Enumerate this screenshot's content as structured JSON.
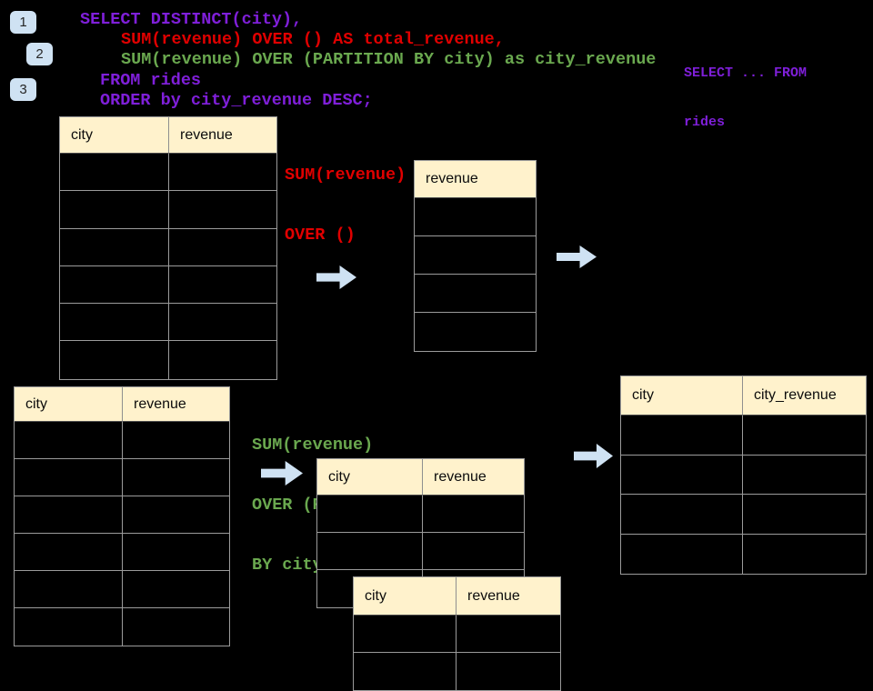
{
  "colors": {
    "background": "#000000",
    "purple": "#7f1fd9",
    "red": "#e00000",
    "green": "#6aa84f",
    "arrow_fill": "#cfe2f3",
    "badge_fill": "#cfe2f3",
    "table_header_bg": "#fff2cc",
    "table_border": "#9b9b9b"
  },
  "badges": [
    {
      "label": "1"
    },
    {
      "label": "2"
    },
    {
      "label": "3"
    }
  ],
  "sql_code": {
    "lines": [
      {
        "text": "SELECT DISTINCT(city),",
        "color": "purple"
      },
      {
        "text": "SUM(revenue) OVER () AS total_revenue,",
        "color": "red"
      },
      {
        "text": "SUM(revenue) OVER (PARTITION BY city) as city_revenue",
        "color": "green"
      },
      {
        "text": "FROM rides",
        "color": "purple"
      },
      {
        "text": "ORDER by city_revenue DESC;",
        "color": "purple"
      }
    ]
  },
  "notes": [
    {
      "name": "from-rides-note",
      "color": "purple",
      "lines": [
        "SELECT ... FROM",
        "rides"
      ]
    },
    {
      "name": "sum-over-all-note",
      "color": "red",
      "lines": [
        "SUM(revenue)",
        "OVER ()"
      ]
    },
    {
      "name": "sum-over-partition-note",
      "color": "green",
      "lines": [
        "SUM(revenue)",
        "OVER (PARTITION",
        "BY city)"
      ]
    }
  ],
  "tables": [
    {
      "name": "source-table-top",
      "columns": [
        "city",
        "revenue"
      ],
      "empty_rows": 6
    },
    {
      "name": "total-revenue-table",
      "columns": [
        "revenue"
      ],
      "empty_rows": 4
    },
    {
      "name": "source-table-bottom",
      "columns": [
        "city",
        "revenue"
      ],
      "empty_rows": 6
    },
    {
      "name": "partition-group-table-1",
      "columns": [
        "city",
        "revenue"
      ],
      "empty_rows": 3
    },
    {
      "name": "partition-group-table-2",
      "columns": [
        "city",
        "revenue"
      ],
      "empty_rows": 2
    },
    {
      "name": "result-table",
      "columns": [
        "city",
        "city_revenue"
      ],
      "empty_rows": 4
    }
  ],
  "arrows": [
    {
      "name": "flow-arrow-total"
    },
    {
      "name": "flow-arrow-total-out"
    },
    {
      "name": "flow-arrow-partition"
    },
    {
      "name": "flow-arrow-result"
    }
  ]
}
